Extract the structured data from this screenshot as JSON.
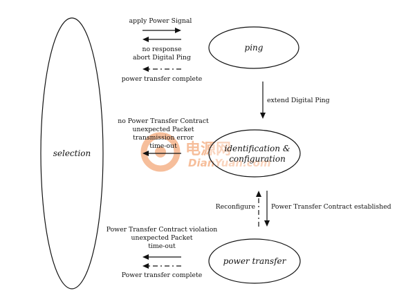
{
  "states": {
    "selection": "selection",
    "ping": "ping",
    "identification_line1": "identification &",
    "identification_line2": "configuration",
    "power_transfer": "power transfer"
  },
  "transitions": {
    "apply_power_signal": "apply Power Signal",
    "no_response": "no response",
    "abort_digital_ping": "abort Digital Ping",
    "power_transfer_complete_ping": "power transfer complete",
    "extend_digital_ping": "extend Digital Ping",
    "no_contract": "no Power Transfer Contract",
    "unexpected_packet_id": "unexpected Packet",
    "transmission_error": "transmission error",
    "timeout_id": "time-out",
    "reconfigure": "Reconfigure",
    "contract_established": "Power Transfer Contract established",
    "contract_violation": "Power Transfer Contract violation",
    "unexpected_packet_pt": "unexpected Packet",
    "timeout_pt": "time-out",
    "power_transfer_complete_pt": "Power transfer complete"
  },
  "watermark": {
    "cn_text": "电源网",
    "site_text": "DianYuan.com",
    "color": "#f08a4b"
  },
  "colors": {
    "line": "#111111",
    "background": "#ffffff"
  }
}
